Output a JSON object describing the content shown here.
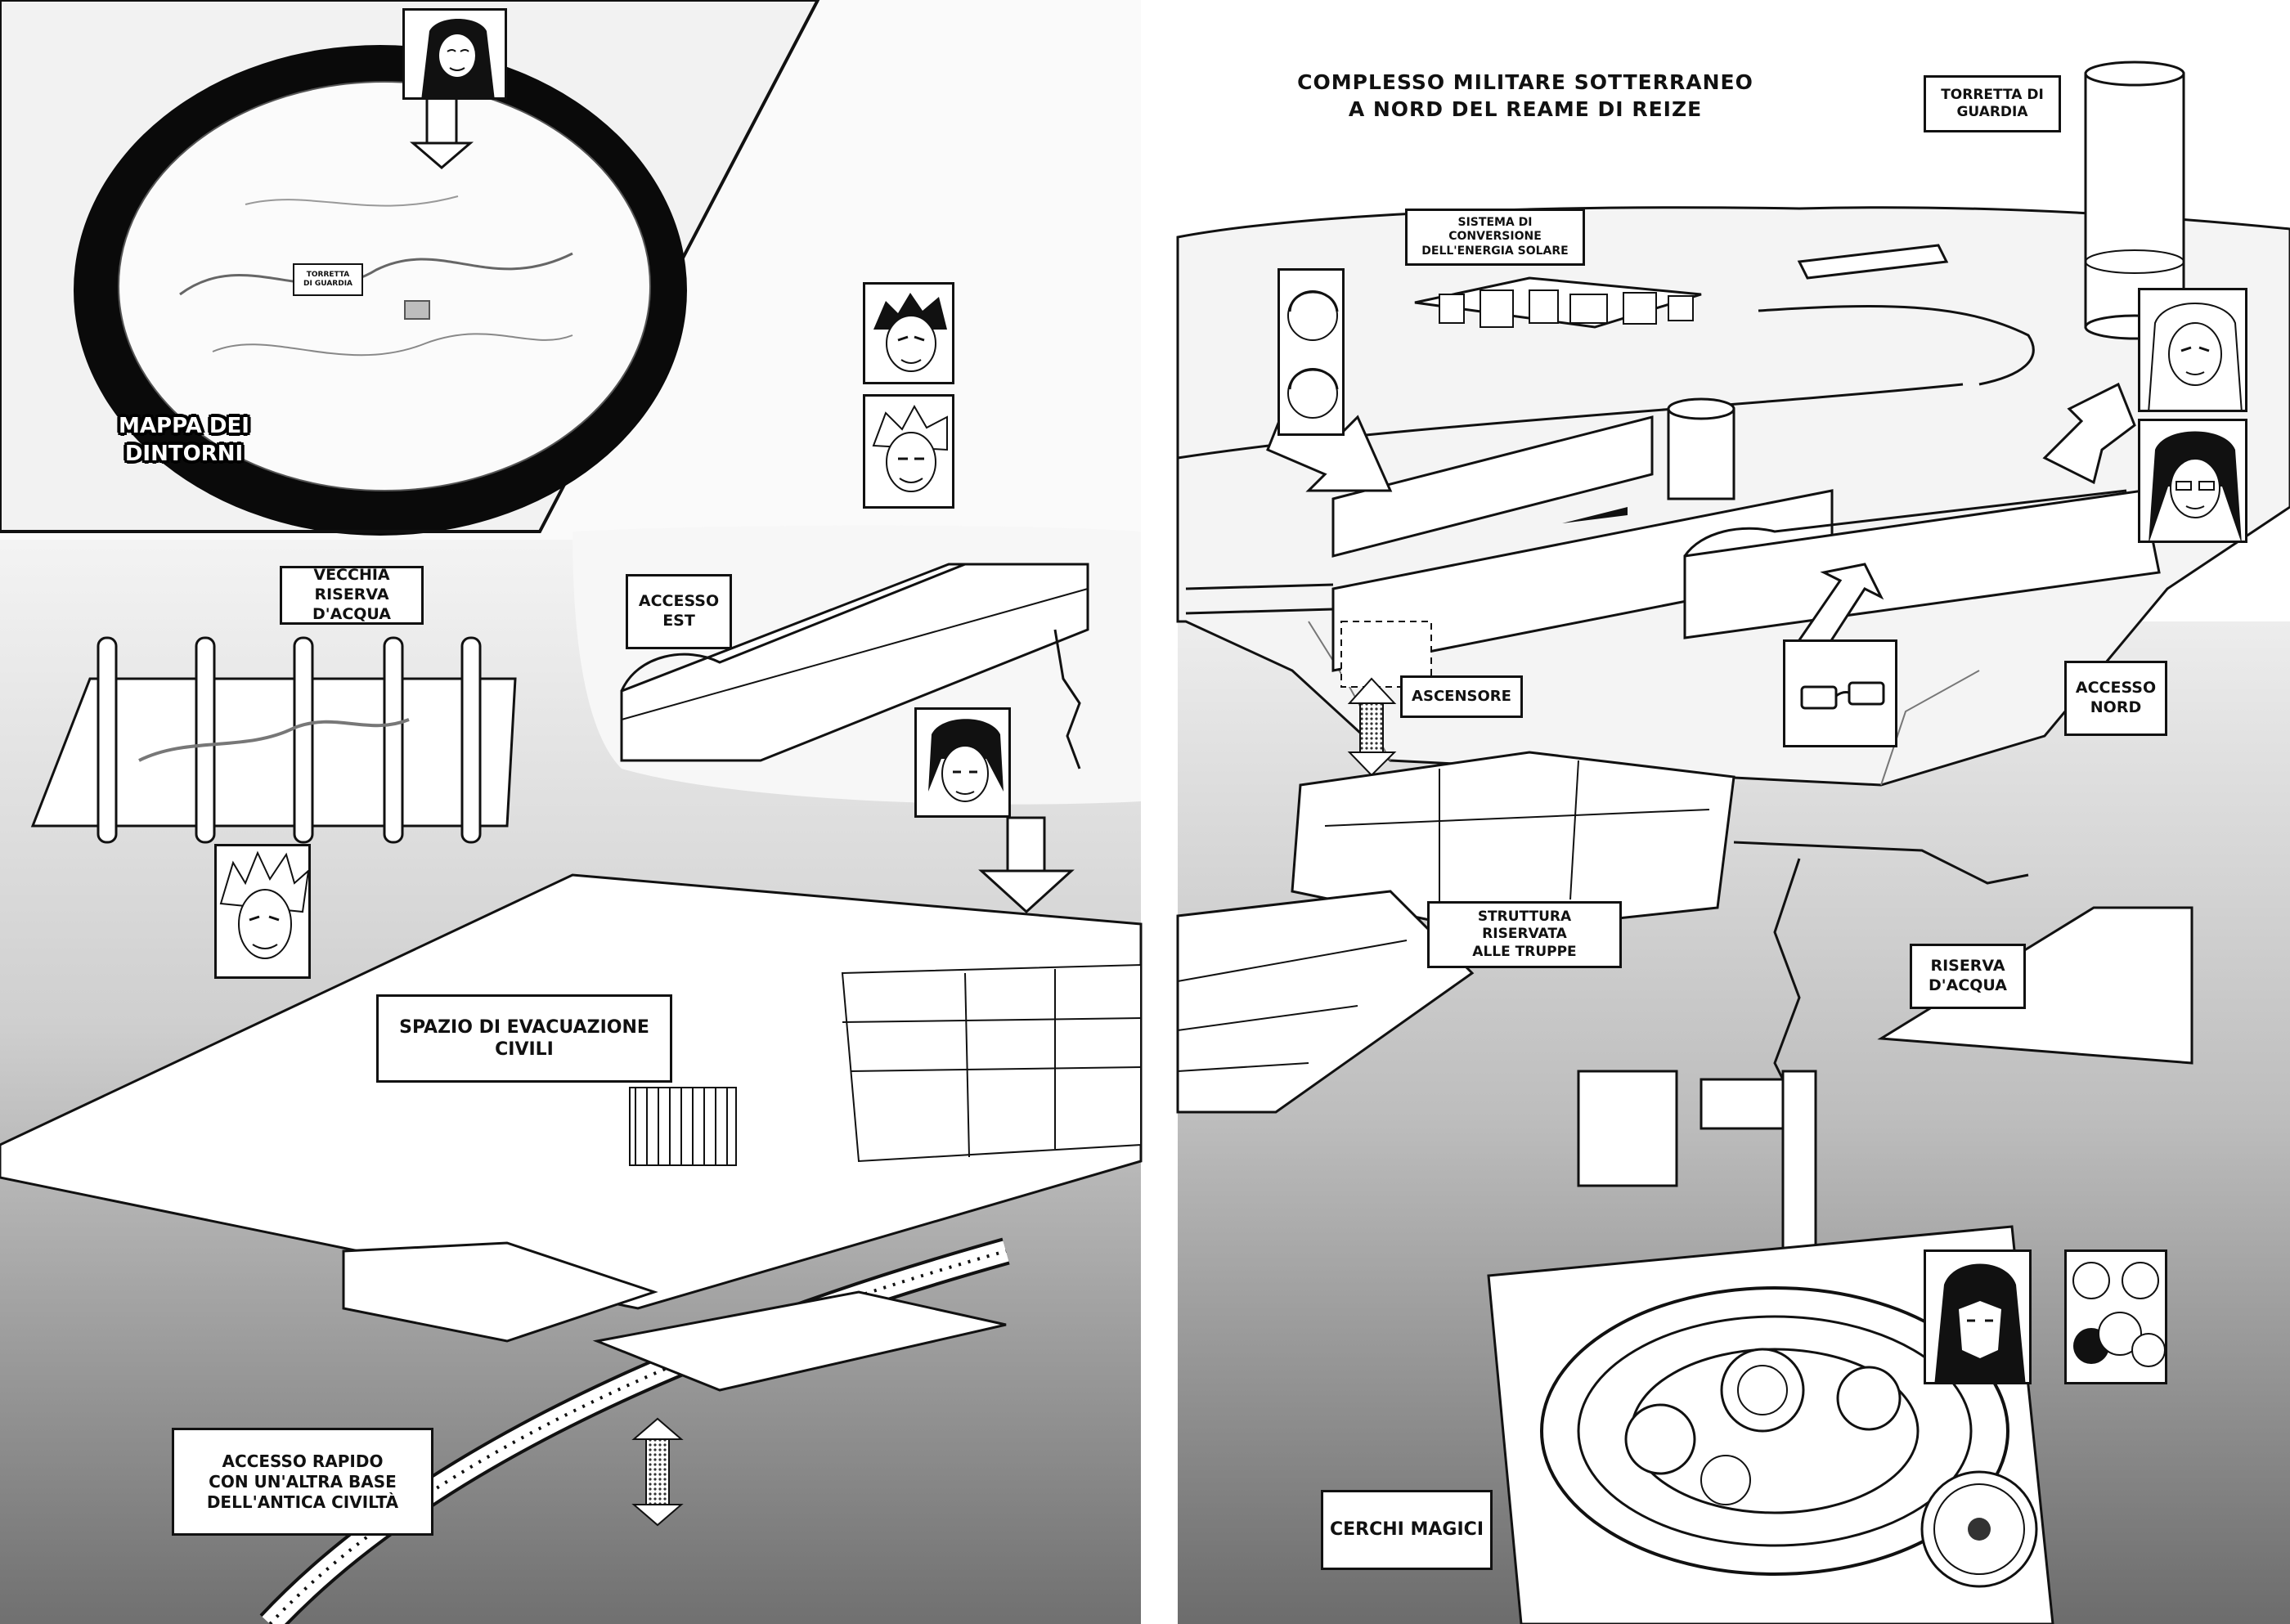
{
  "page_title": "COMPLESSO MILITARE SOTTERRANEO\nA NORD DEL REAME DI REIZE",
  "inset_map": {
    "caption": "MAPPA DEI\nDINTORNI",
    "tower_label": "TORRETTA\nDI GUARDIA"
  },
  "labels": {
    "watchtower": "TORRETTA DI\nGUARDIA",
    "solar": "SISTEMA DI CONVERSIONE\nDELL'ENERGIA SOLARE",
    "old_reservoir": "VECCHIA RISERVA\nD'ACQUA",
    "east_access": "ACCESSO\nEST",
    "elevator": "ASCENSORE",
    "north_access": "ACCESSO\nNORD",
    "troops": "STRUTTURA RISERVATA\nALLE TRUPPE",
    "reservoir": "RISERVA\nD'ACQUA",
    "evacuation": "SPAZIO DI EVACUAZIONE\nCIVILI",
    "rapid_access": "ACCESSO RAPIDO\nCON UN'ALTRA BASE\nDELL'ANTICA CIVILTÀ",
    "magic_circles": "CERCHI MAGICI"
  },
  "colors": {
    "ink": "#111111",
    "paper": "#ffffff",
    "ground_light": "#e8e8e8",
    "ground_dark": "#6e6e6e"
  }
}
